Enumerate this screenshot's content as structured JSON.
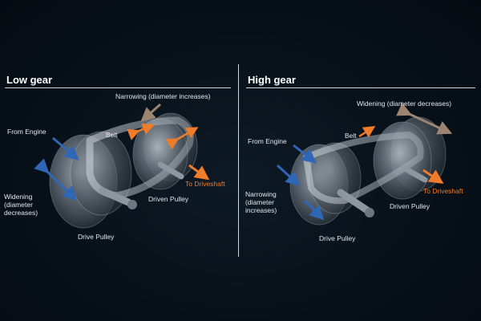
{
  "colors": {
    "background": "#071018",
    "blue_arrow": "#2f66b5",
    "orange_arrow": "#f07b2a",
    "tan_arrow": "#9b8470",
    "pulley": "#8a929a"
  },
  "left": {
    "title": "Low gear",
    "labels": {
      "narrowing": "Narrowing (diameter increases)",
      "from_engine": "From Engine",
      "belt": "Belt",
      "widening": "Widening\n(diameter\ndecreases)",
      "to_driveshaft": "To Driveshaft",
      "driven_pulley": "Driven Pulley",
      "drive_pulley": "Drive Pulley"
    }
  },
  "right": {
    "title": "High gear",
    "labels": {
      "widening": "Widening (diameter decreases)",
      "belt": "Belt",
      "from_engine": "From Engine",
      "narrowing": "Narrowing\n(diameter\nincreases)",
      "to_driveshaft": "To Driveshaft",
      "driven_pulley": "Driven Pulley",
      "drive_pulley": "Drive Pulley"
    }
  }
}
